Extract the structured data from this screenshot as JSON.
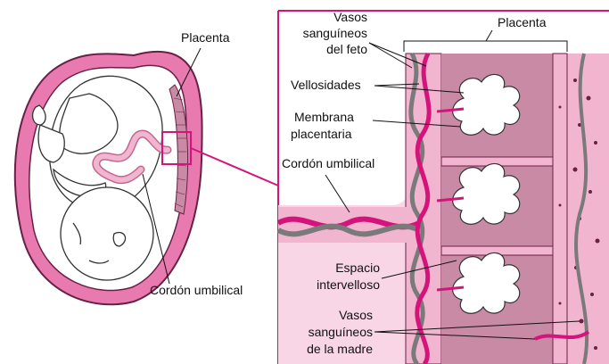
{
  "left_view": {
    "label_placenta": "Placenta",
    "label_cordon": "Cordón umbilical"
  },
  "detail_view": {
    "label_placenta": "Placenta",
    "label_vasos_feto": [
      "Vasos",
      "sanguíneos",
      "del feto"
    ],
    "label_vellosidades": "Vellosidades",
    "label_membrana": [
      "Membrana",
      "placentaria"
    ],
    "label_cordon": "Cordón umbilical",
    "label_espacio": [
      "Espacio",
      "intervelloso"
    ],
    "label_vasos_madre": [
      "Vasos",
      "sanguíneos",
      "de la madre"
    ]
  },
  "colors": {
    "uterus_wall": "#e87ab0",
    "uterus_outline": "#6a1f45",
    "placenta_tissue": "#c98aa6",
    "placenta_dark": "#9c4f73",
    "pale_pink": "#f5c8dd",
    "artery_magenta": "#d4147a",
    "vein_gray": "#7a7a7a",
    "frame_magenta": "#d4147a",
    "cord_pink": "#f2b5d0"
  }
}
